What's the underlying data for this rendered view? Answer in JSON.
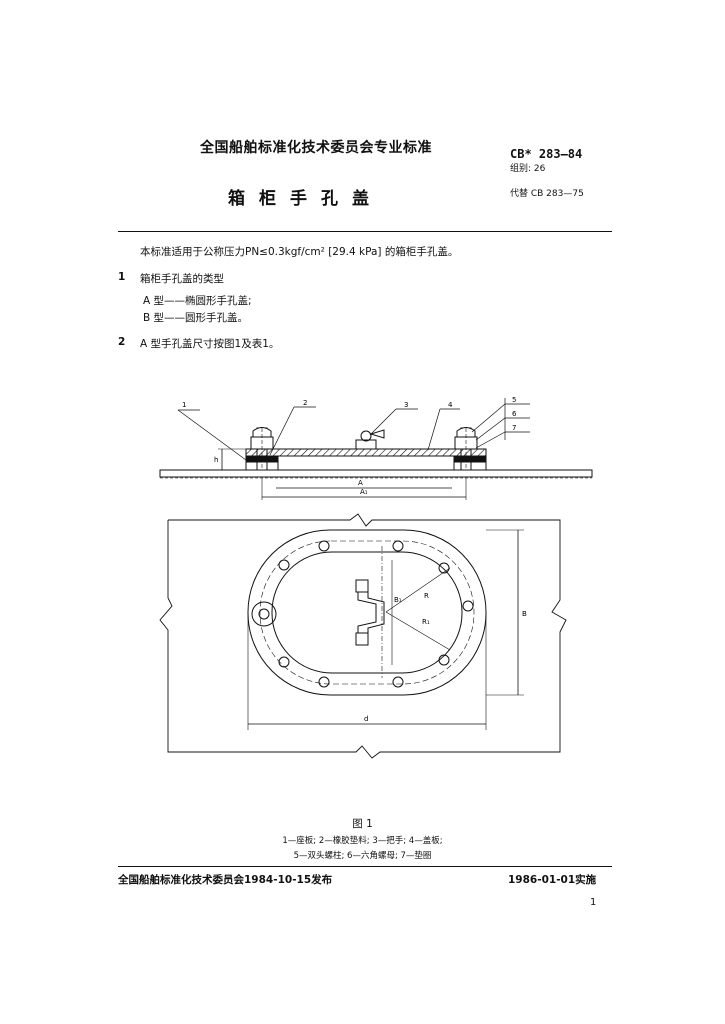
{
  "header": {
    "org": "全国船舶标准化技术委员会专业标准",
    "code": "CB* 283—84",
    "group": "组别: 26",
    "title": "箱柜手孔盖",
    "supersede": "代替 CB 283—75"
  },
  "body": {
    "intro": "本标准适用于公称压力PN≤0.3kgf/cm² [29.4 kPa] 的箱柜手孔盖。",
    "s1_num": "1",
    "s1_title": "箱柜手孔盖的类型",
    "type_a": "A 型——椭圆形手孔盖;",
    "type_b": "B 型——圆形手孔盖。",
    "s2_num": "2",
    "s2_text": "A 型手孔盖尺寸按图1及表1。"
  },
  "figure": {
    "callouts": [
      "1",
      "2",
      "3",
      "4",
      "5",
      "6",
      "7"
    ],
    "dims": {
      "h": "h",
      "A": "A",
      "A1": "A₁",
      "B": "B",
      "B1": "B₁",
      "R": "R",
      "R1": "R₁",
      "d": "d"
    },
    "caption": "图 1",
    "legend_line1": "1—座板; 2—橡胶垫料; 3—把手; 4—盖板;",
    "legend_line2": "5—双头螺柱; 6—六角螺母; 7—垫圈"
  },
  "footer": {
    "issued": "全国船舶标准化技术委员会1984-10-15发布",
    "effective": "1986-01-01实施",
    "page": "1"
  }
}
